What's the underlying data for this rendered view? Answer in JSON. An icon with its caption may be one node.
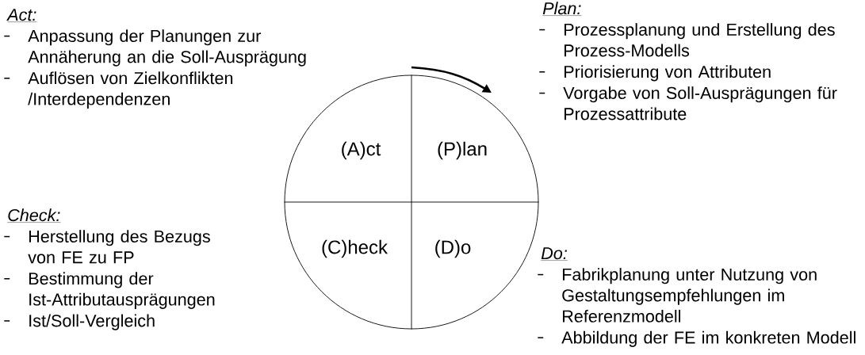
{
  "diagram": {
    "nodes": [
      {
        "text": [],
        "shape": "circle"
      },
      {
        "text": [
          "(A)ct"
        ],
        "in": 0
      },
      {
        "text": [
          "(P)lan"
        ],
        "in": 0
      },
      {
        "text": [
          "(C)heck"
        ],
        "in": 0
      },
      {
        "text": [
          "(D)o"
        ],
        "in": 0
      }
    ],
    "labels": [
      "Act:",
      "Anpassung der Planungen zur Annäherung an die Soll-Ausprägung",
      "Auflösen von Zielkonflikten /Interdependenzen",
      "Plan:",
      "Prozessplanung und Erstellung des Prozess-Modells",
      "Priorisierung von Attributen",
      "Vorgabe von Soll-Ausprägungen für Prozessattribute",
      "Check:",
      "Herstellung des Bezugs von FE zu FP",
      "Bestimmung der Ist-Attributausprägungen",
      "Ist/Soll-Vergleich",
      "Do:",
      "Fabrikplanung unter Nutzung von Gestaltungsempfehlungen im Referenzmodell",
      "Abbildung der FE im konkreten Modell"
    ]
  }
}
